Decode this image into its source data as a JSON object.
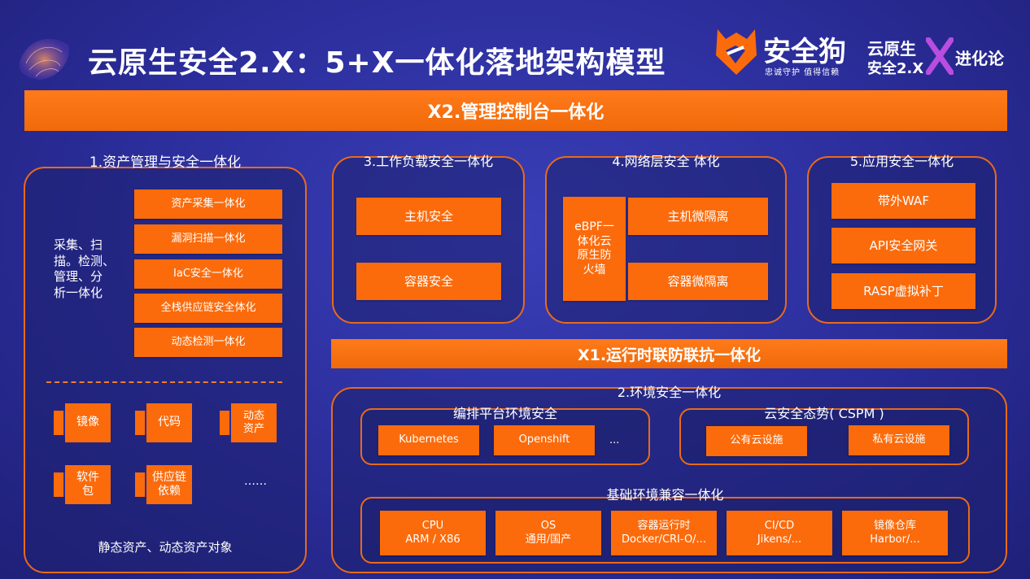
{
  "header": {
    "title": "云原生安全2.X：5+X一体化落地架构模型",
    "brand_name": "安全狗",
    "brand_slogan": "忠诚守护 值得信赖",
    "event_line1": "云原生",
    "event_line2": "安全2.X",
    "event_suffix": "进化论",
    "brand_color": "#fb6b0c"
  },
  "x2_banner": "X2.管理控制台一体化",
  "x1_banner": "X1.运行时联防联抗一体化",
  "asset": {
    "title": "1.资产管理与安全一体化",
    "side_text": "采集、扫\n描。检测、\n管理、分\n析一体化",
    "items": [
      "资产采集一体化",
      "漏洞扫描一体化",
      "IaC安全一体化",
      "全栈供应链安全体化",
      "动态检测一体化"
    ],
    "objects": [
      "镜像",
      "代码",
      "动态\n资产",
      "软件\n包",
      "供应链\n依赖"
    ],
    "more": "……",
    "footer": "静态资产、动态资产对象"
  },
  "workload": {
    "title": "3.工作负载安全一体化",
    "items": [
      "主机安全",
      "容器安全"
    ]
  },
  "network": {
    "title": "4.网络层安全 体化",
    "firewall": "eBPF一\n体化云\n原生防\n火墙",
    "items": [
      "主机微隔离",
      "容器微隔离"
    ]
  },
  "app": {
    "title": "5.应用安全一体化",
    "items": [
      "带外WAF",
      "API安全网关",
      "RASP虚拟补丁"
    ]
  },
  "env": {
    "title": "2.环境安全一体化",
    "orchestration": {
      "title": "编排平台环境安全",
      "items": [
        "Kubernetes",
        "Openshift"
      ],
      "more": "..."
    },
    "cspm": {
      "title": "云安全态势( CSPM )",
      "items": [
        "公有云设施",
        "私有云设施"
      ]
    },
    "base": {
      "title": "基础环境兼容一体化",
      "items": [
        "CPU\nARM / X86",
        "OS\n通用/国产",
        "容器运行时\nDocker/CRI-O/...",
        "CI/CD\nJikens/...",
        "镜像仓库\nHarbor/..."
      ]
    }
  }
}
